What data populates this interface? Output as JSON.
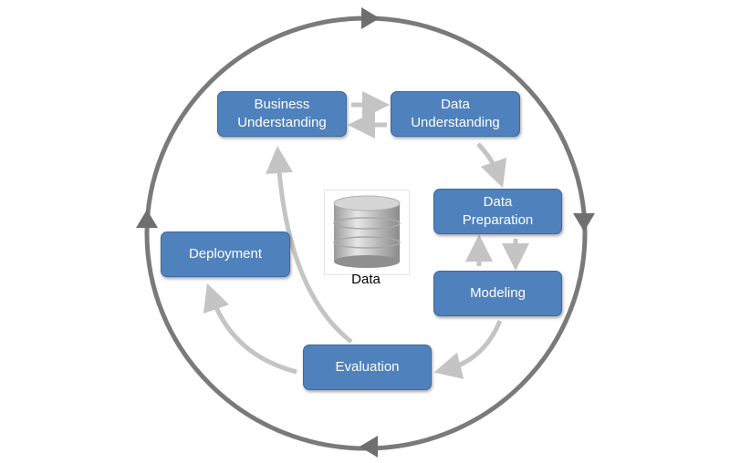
{
  "phases": {
    "business_understanding": "Business\nUnderstanding",
    "data_understanding": "Data\nUnderstanding",
    "data_preparation": "Data\nPreparation",
    "modeling": "Modeling",
    "evaluation": "Evaluation",
    "deployment": "Deployment"
  },
  "data_store": {
    "label": "Data",
    "icon": "database-icon"
  },
  "colors": {
    "box": "#4f81bd",
    "arrow": "#c4c4c4",
    "cycle": "#777777"
  }
}
